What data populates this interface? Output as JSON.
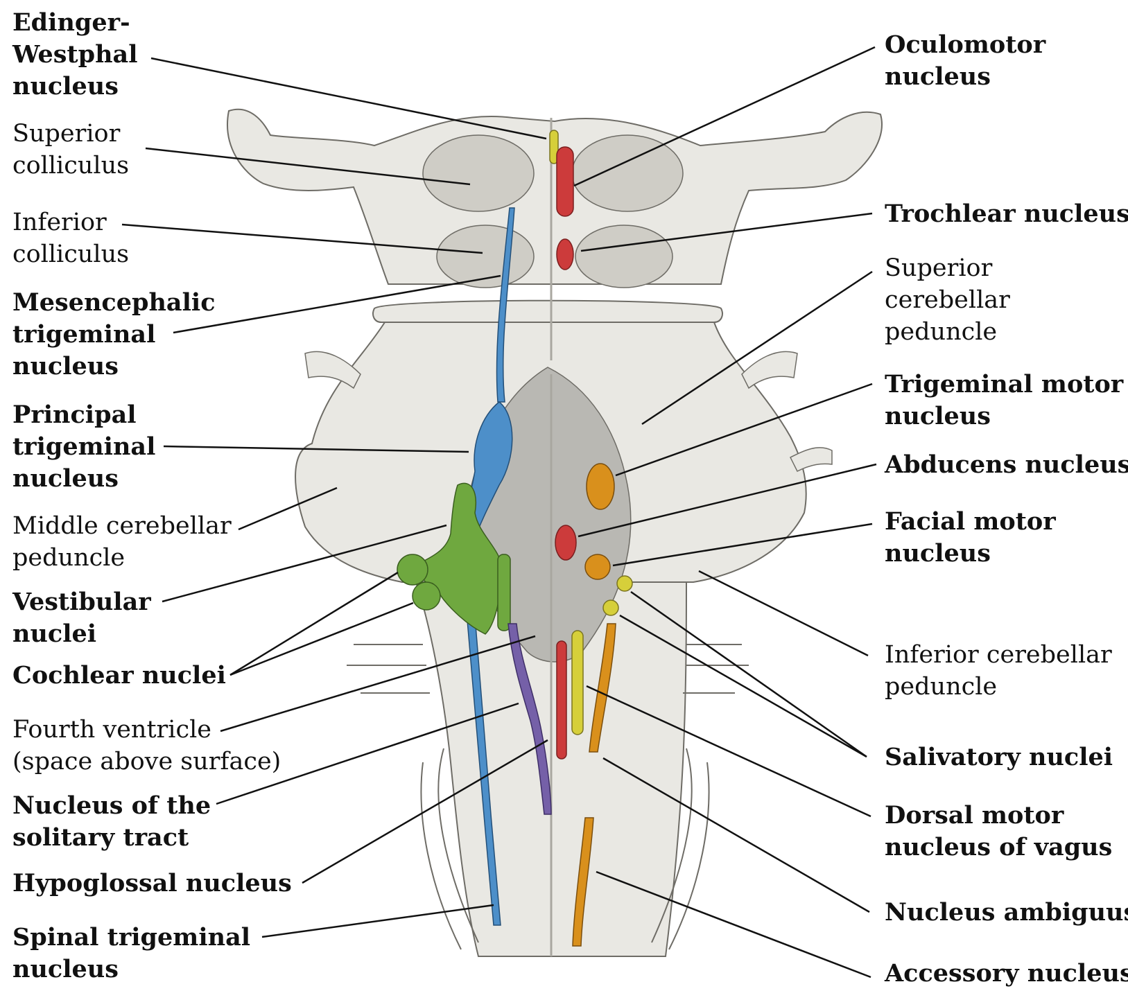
{
  "labels_left": [
    {
      "key": "edinger_westphal",
      "lines": [
        "Edinger-",
        "Westphal",
        "nucleus"
      ],
      "bold": true
    },
    {
      "key": "superior_colliculus",
      "lines": [
        "Superior",
        "colliculus"
      ],
      "bold": false
    },
    {
      "key": "inferior_colliculus",
      "lines": [
        "Inferior",
        "colliculus"
      ],
      "bold": false
    },
    {
      "key": "mesencephalic_trigeminal",
      "lines": [
        "Mesencephalic",
        "trigeminal",
        "nucleus"
      ],
      "bold": true
    },
    {
      "key": "principal_trigeminal",
      "lines": [
        "Principal",
        "trigeminal",
        "nucleus"
      ],
      "bold": true
    },
    {
      "key": "middle_cerebellar_peduncle",
      "lines": [
        "Middle cerebellar",
        "peduncle"
      ],
      "bold": false
    },
    {
      "key": "vestibular_nuclei",
      "lines": [
        "Vestibular",
        "nuclei"
      ],
      "bold": true
    },
    {
      "key": "cochlear_nuclei",
      "lines": [
        "Cochlear nuclei"
      ],
      "bold": true
    },
    {
      "key": "fourth_ventricle",
      "lines": [
        "Fourth ventricle",
        "(space above surface)"
      ],
      "bold": false
    },
    {
      "key": "solitary_tract",
      "lines": [
        "Nucleus of the",
        "solitary tract"
      ],
      "bold": true
    },
    {
      "key": "hypoglossal",
      "lines": [
        "Hypoglossal  nucleus"
      ],
      "bold": true
    },
    {
      "key": "spinal_trigeminal",
      "lines": [
        "Spinal trigeminal",
        "nucleus"
      ],
      "bold": true
    }
  ],
  "labels_right": [
    {
      "key": "oculomotor",
      "lines": [
        "Oculomotor",
        "nucleus"
      ],
      "bold": true
    },
    {
      "key": "trochlear",
      "lines": [
        "Trochlear nucleus"
      ],
      "bold": true
    },
    {
      "key": "superior_cerebellar_peduncle",
      "lines": [
        "Superior",
        "cerebellar",
        "peduncle"
      ],
      "bold": false
    },
    {
      "key": "trigeminal_motor",
      "lines": [
        "Trigeminal motor",
        "nucleus"
      ],
      "bold": true
    },
    {
      "key": "abducens",
      "lines": [
        "Abducens nucleus"
      ],
      "bold": true
    },
    {
      "key": "facial_motor",
      "lines": [
        "Facial motor",
        "nucleus"
      ],
      "bold": true
    },
    {
      "key": "inferior_cerebellar_peduncle",
      "lines": [
        "Inferior cerebellar",
        "peduncle"
      ],
      "bold": false
    },
    {
      "key": "salivatory",
      "lines": [
        "Salivatory nuclei"
      ],
      "bold": true
    },
    {
      "key": "dorsal_motor_vagus",
      "lines": [
        "Dorsal motor",
        "nucleus of vagus"
      ],
      "bold": true
    },
    {
      "key": "nucleus_ambiguus",
      "lines": [
        "Nucleus ambiguus"
      ],
      "bold": true
    },
    {
      "key": "accessory",
      "lines": [
        "Accessory nucleus"
      ],
      "bold": true
    }
  ],
  "colors": {
    "brainstem_fill": "#e9e8e3",
    "brainstem_shade": "#cfcdc6",
    "ventricle_floor": "#b9b8b3",
    "outline": "#6e6c66",
    "red_nuclei": "#cc3b3b",
    "yellow_nuclei": "#d6cf3a",
    "orange_nuclei": "#d9901c",
    "blue_trigeminal": "#4d8fc9",
    "green_vestibular": "#6fa83f",
    "purple_solitary": "#7560a8",
    "leader_lines": "#111111"
  }
}
